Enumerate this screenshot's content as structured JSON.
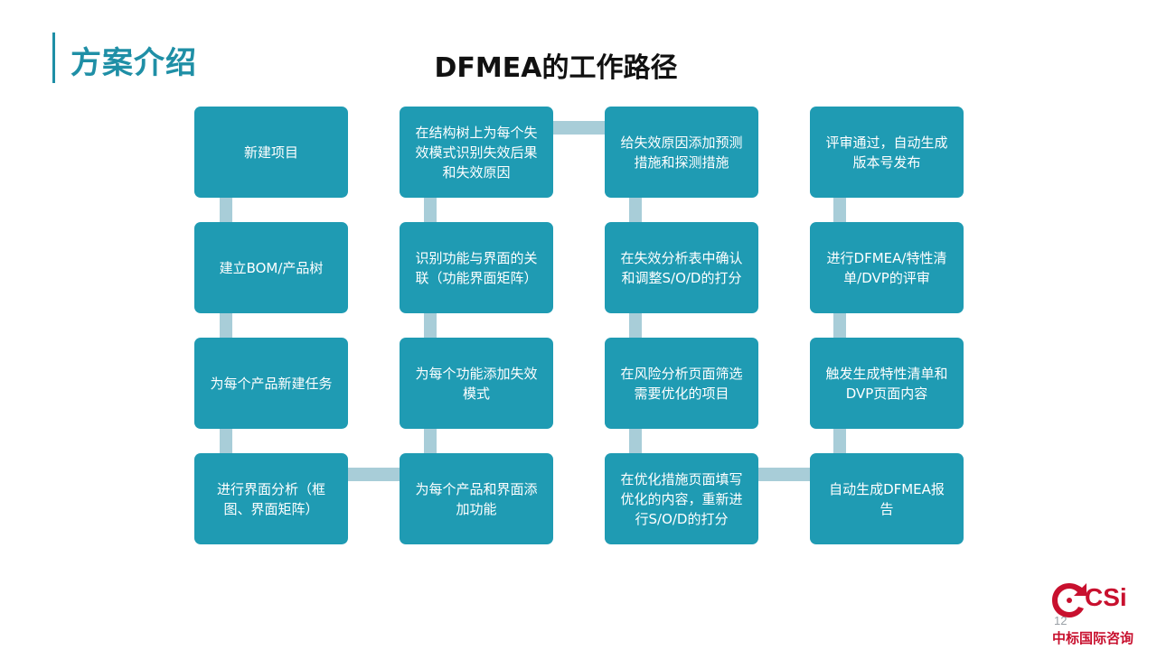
{
  "header": {
    "section_title": "方案介绍",
    "slide_title": "DFMEA的工作路径"
  },
  "steps": {
    "s1": "新建项目",
    "s2": "建立BOM/产品树",
    "s3": "为每个产品新建任务",
    "s4": "进行界面分析（框图、界面矩阵）",
    "s5": "为每个产品和界面添加功能",
    "s6": "为每个功能添加失效模式",
    "s7": "识别功能与界面的关联（功能界面矩阵）",
    "s8": "在结构树上为每个失效模式识别失效后果和失效原因",
    "s9": "给失效原因添加预测措施和探测措施",
    "s10": "在失效分析表中确认和调整S/O/D的打分",
    "s11": "在风险分析页面筛选需要优化的项目",
    "s12": "在优化措施页面填写优化的内容，重新进行S/O/D的打分",
    "s13": "自动生成DFMEA报告",
    "s14": "触发生成特性清单和DVP页面内容",
    "s15": "进行DFMEA/特性清单/DVP的评审",
    "s16": "评审通过，自动生成版本号发布"
  },
  "footer": {
    "page_number": "12",
    "logo_text": "CSi",
    "company_name": "中标国际咨询"
  },
  "colors": {
    "accent": "#1f8fa6",
    "box": "#1f9bb3",
    "connector": "#a8cdd8",
    "logo": "#c8102e"
  }
}
